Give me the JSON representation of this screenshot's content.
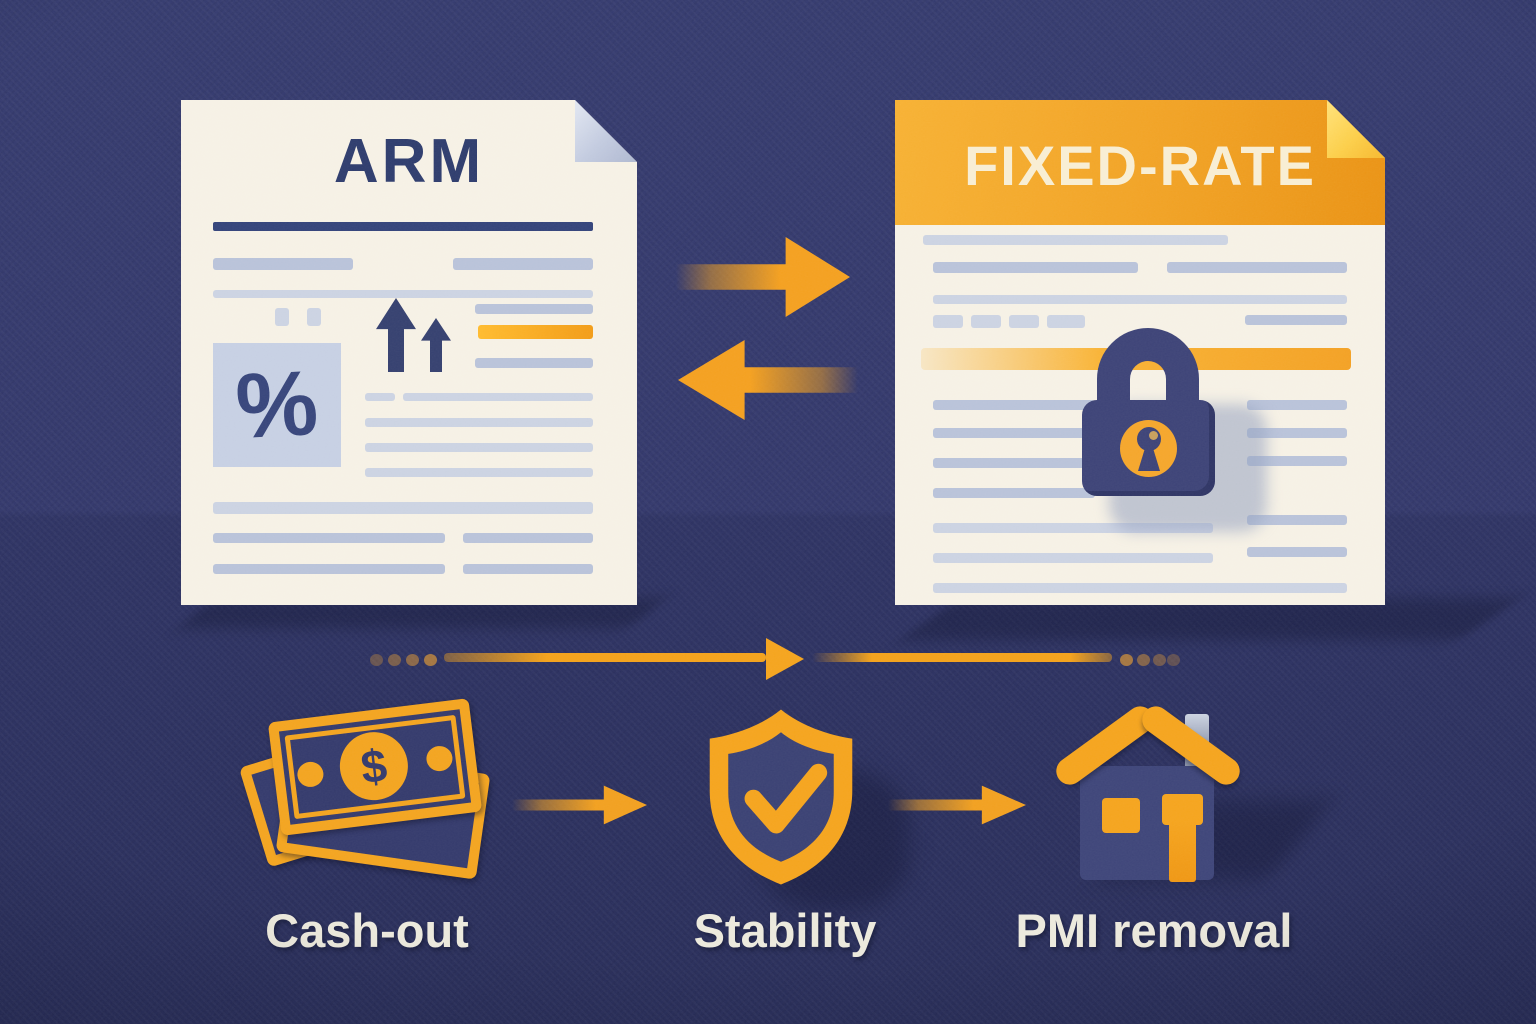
{
  "documents": {
    "arm": {
      "title": "ARM",
      "percent_symbol": "%"
    },
    "fixed": {
      "title": "FIXED-RATE"
    }
  },
  "benefits": [
    {
      "label": "Cash-out",
      "icon": "money-bills-icon",
      "symbol": "$"
    },
    {
      "label": "Stability",
      "icon": "shield-check-icon"
    },
    {
      "label": "PMI removal",
      "icon": "house-icon"
    }
  ],
  "flow": {
    "exchange_icons": [
      "swap-right-arrow-icon",
      "swap-left-arrow-icon"
    ],
    "timeline_icon": "timeline-arrow-icon"
  },
  "colors": {
    "background_navy": "#32376b",
    "paper_cream": "#f6f1e5",
    "ink_navy": "#2e3c6d",
    "line_blue_gray": "#b9c3d9",
    "accent_orange": "#f3a122",
    "header_orange": "#f0a124",
    "fold_yellow": "#fccf4a",
    "label_text": "#ece9dc"
  }
}
